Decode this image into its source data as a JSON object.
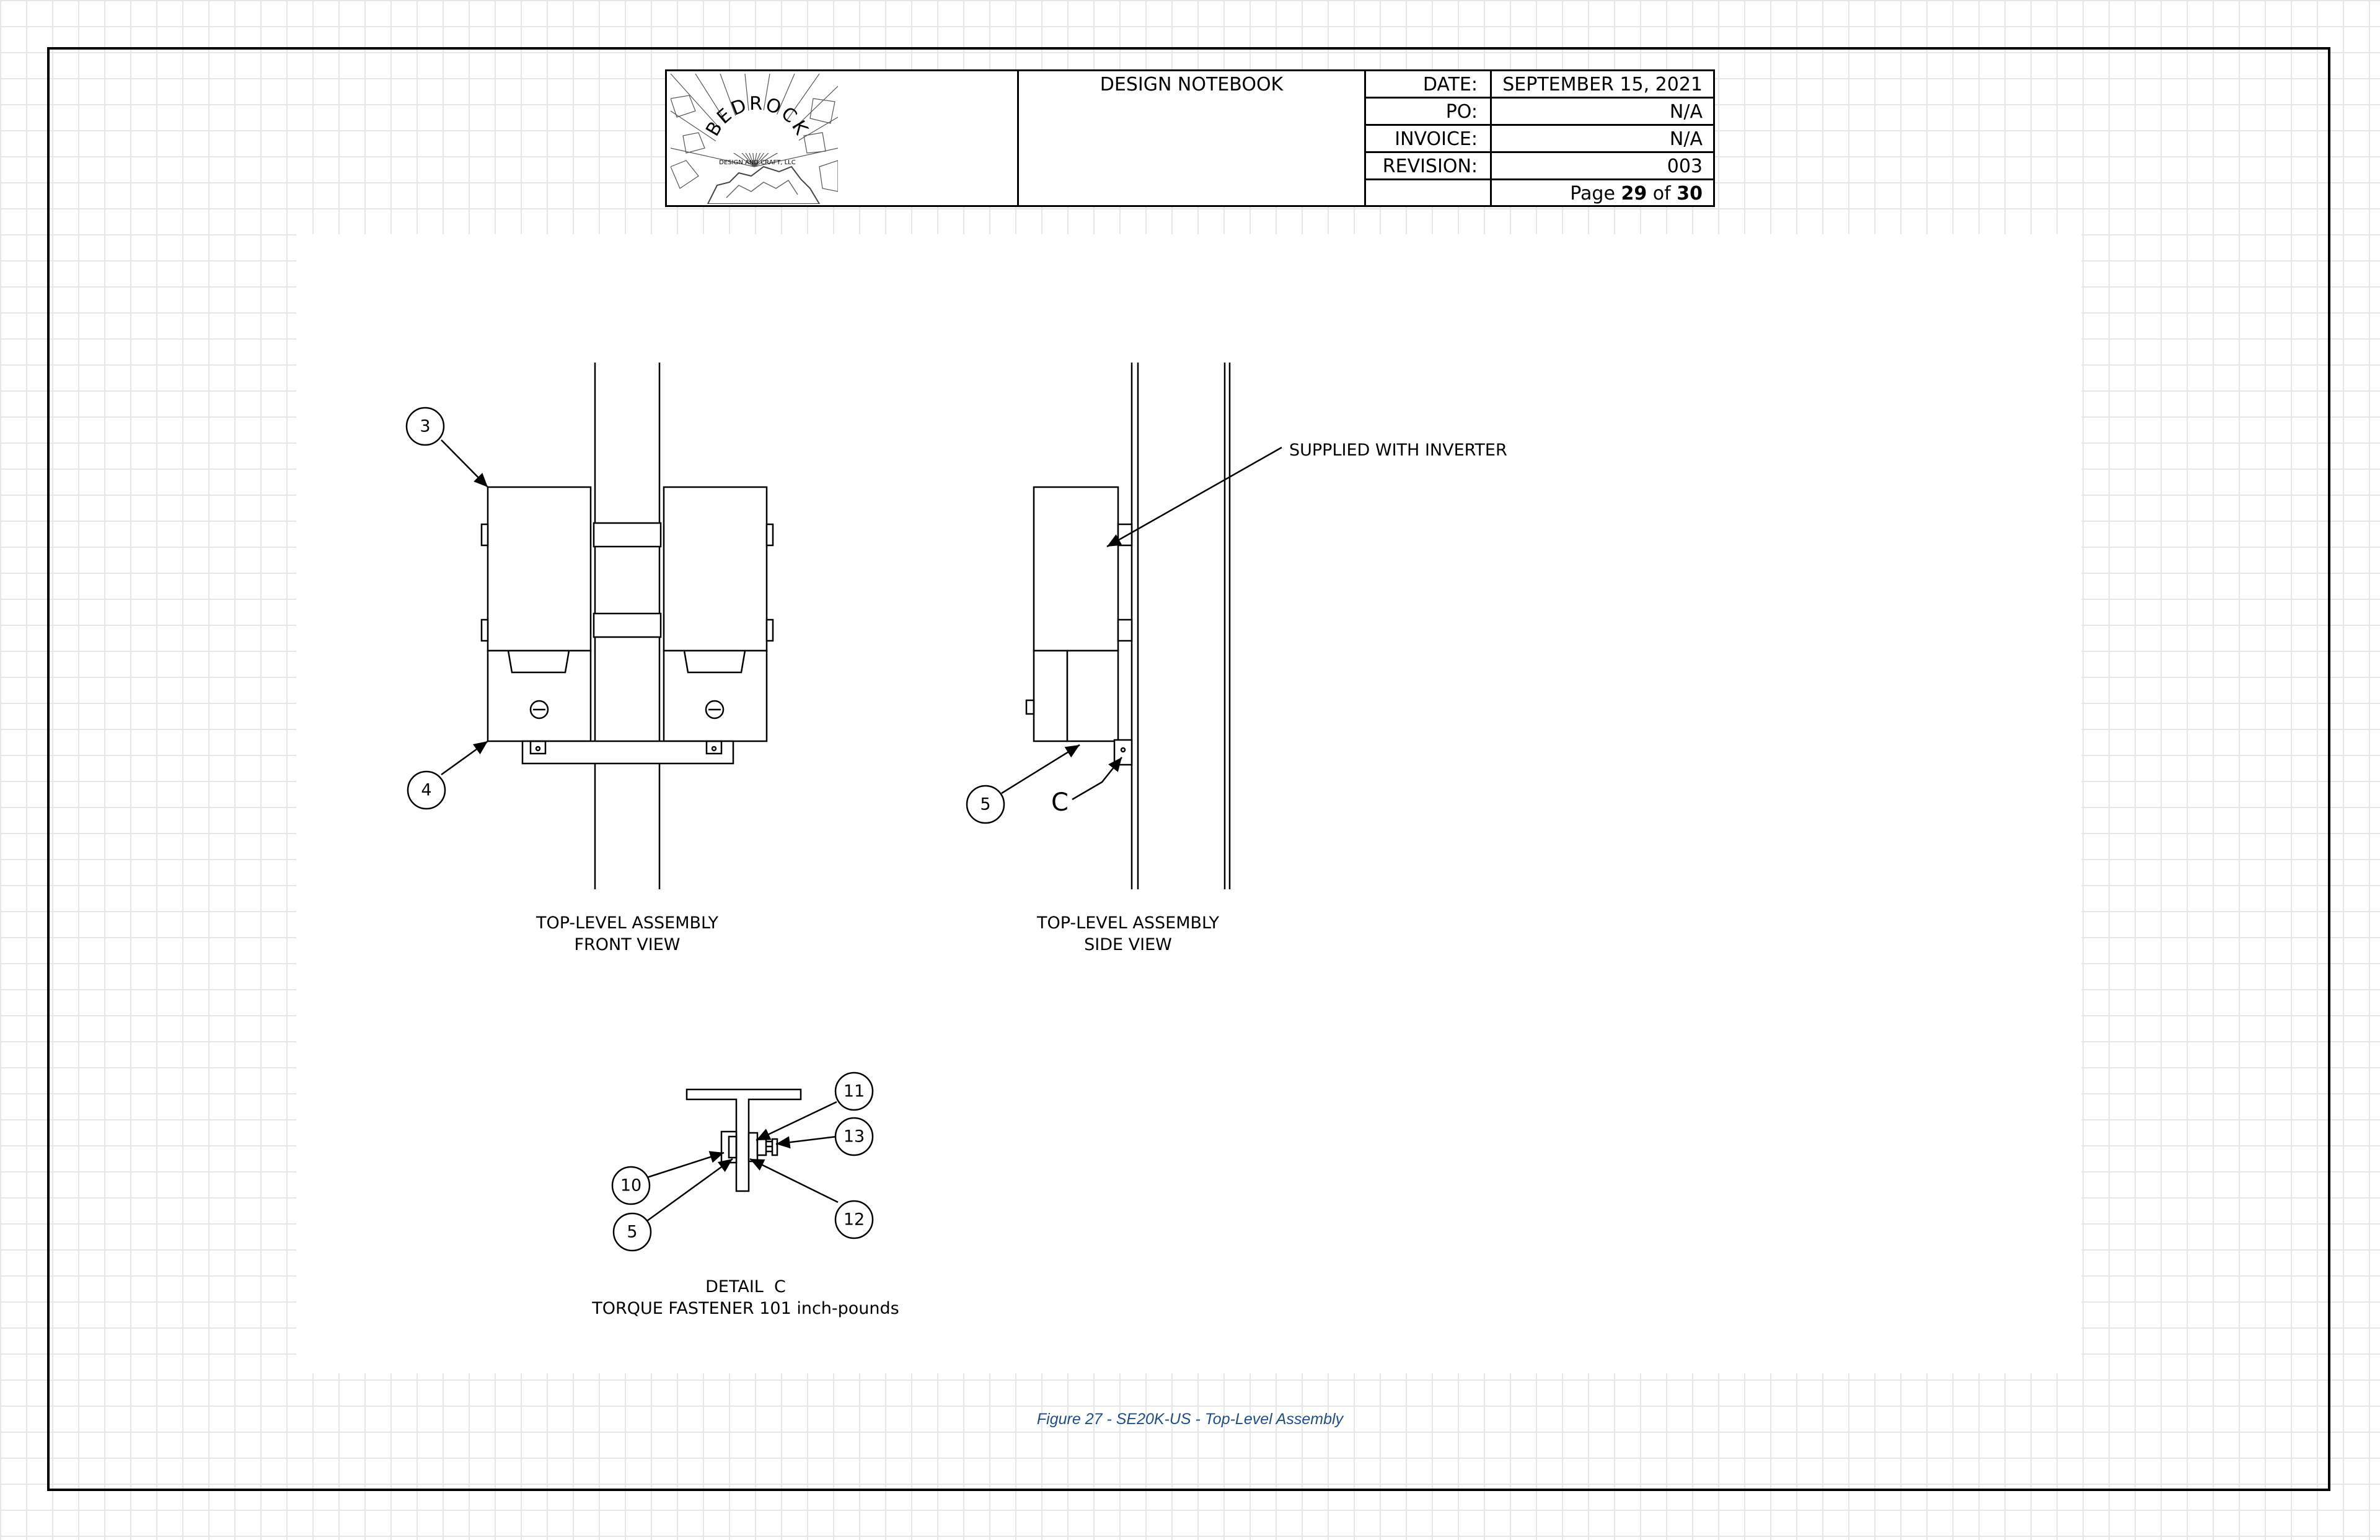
{
  "title_block": {
    "logo": {
      "name": "BEDROCK",
      "subtitle": "DESIGN AND CRAFT, LLC"
    },
    "notebook_title": "DESIGN NOTEBOOK",
    "fields": [
      {
        "label": "DATE:",
        "value": "SEPTEMBER 15, 2021"
      },
      {
        "label": "PO:",
        "value": "N/A"
      },
      {
        "label": "INVOICE:",
        "value": "N/A"
      },
      {
        "label": "REVISION:",
        "value": "003"
      }
    ],
    "page": {
      "prefix": "Page",
      "current": "29",
      "of": "of",
      "total": "30"
    }
  },
  "views": {
    "front": {
      "line1": "TOP-LEVEL ASSEMBLY",
      "line2": "FRONT VIEW"
    },
    "side": {
      "line1": "TOP-LEVEL ASSEMBLY",
      "line2": "SIDE VIEW",
      "note": "SUPPLIED WITH INVERTER",
      "detail_ref": "C"
    },
    "detail": {
      "line1": "DETAIL  C",
      "line2": "TORQUE FASTENER 101 inch-pounds"
    }
  },
  "balloons": {
    "b3": "3",
    "b4": "4",
    "b5_side": "5",
    "b11": "11",
    "b13": "13",
    "b10": "10",
    "b5_detail": "5",
    "b12": "12"
  },
  "figure_caption": "Figure 27 - SE20K-US - Top-Level Assembly",
  "colors": {
    "caption": "#1f4e8c",
    "grid": "#e7e7e7",
    "ink": "#000000"
  }
}
